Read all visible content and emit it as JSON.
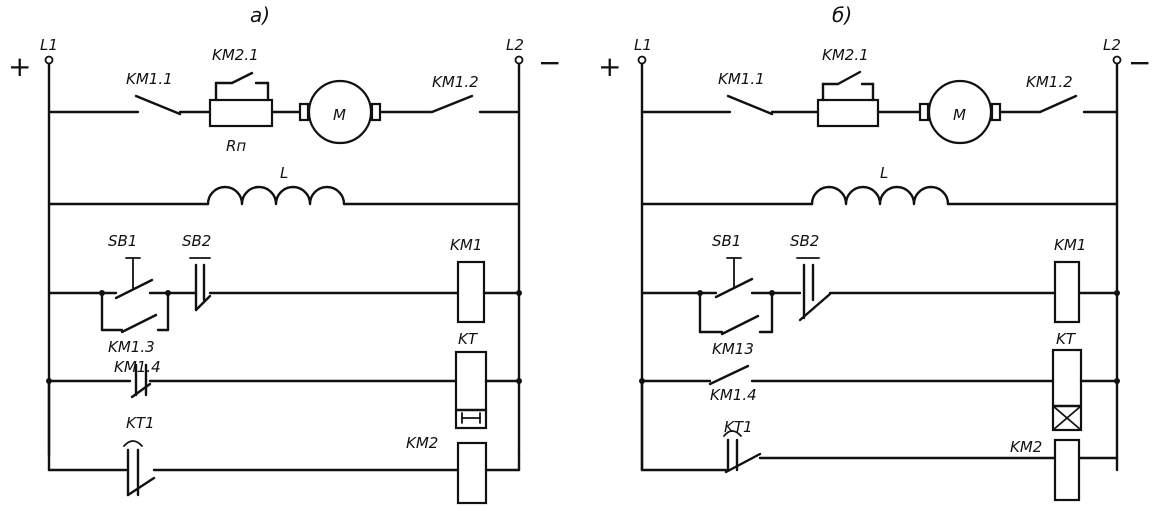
{
  "diagrams": [
    {
      "caption": "а)",
      "plus": "+",
      "minus": "−",
      "labels": {
        "l1": "L1",
        "l2": "L2",
        "km11": "KM1.1",
        "km21": "KM2.1",
        "km12": "KM1.2",
        "rp": "Rп",
        "motor": "M",
        "inductor": "L",
        "sb1": "SB1",
        "sb2": "SB2",
        "km1": "KM1",
        "km13": "KM1.3",
        "kt": "KT",
        "km14": "KM1.4",
        "kt1": "KT1",
        "km2": "KM2"
      }
    },
    {
      "caption": "б)",
      "plus": "+",
      "minus": "−",
      "labels": {
        "l1": "L1",
        "l2": "L2",
        "km11": "KM1.1",
        "km21": "KM2.1",
        "km12": "KM1.2",
        "motor": "M",
        "inductor": "L",
        "sb1": "SB1",
        "sb2": "SB2",
        "km1": "KM1",
        "km13": "KM13",
        "kt": "KT",
        "km14": "KM1.4",
        "kt1": "KT1",
        "km2": "KM2"
      }
    }
  ]
}
